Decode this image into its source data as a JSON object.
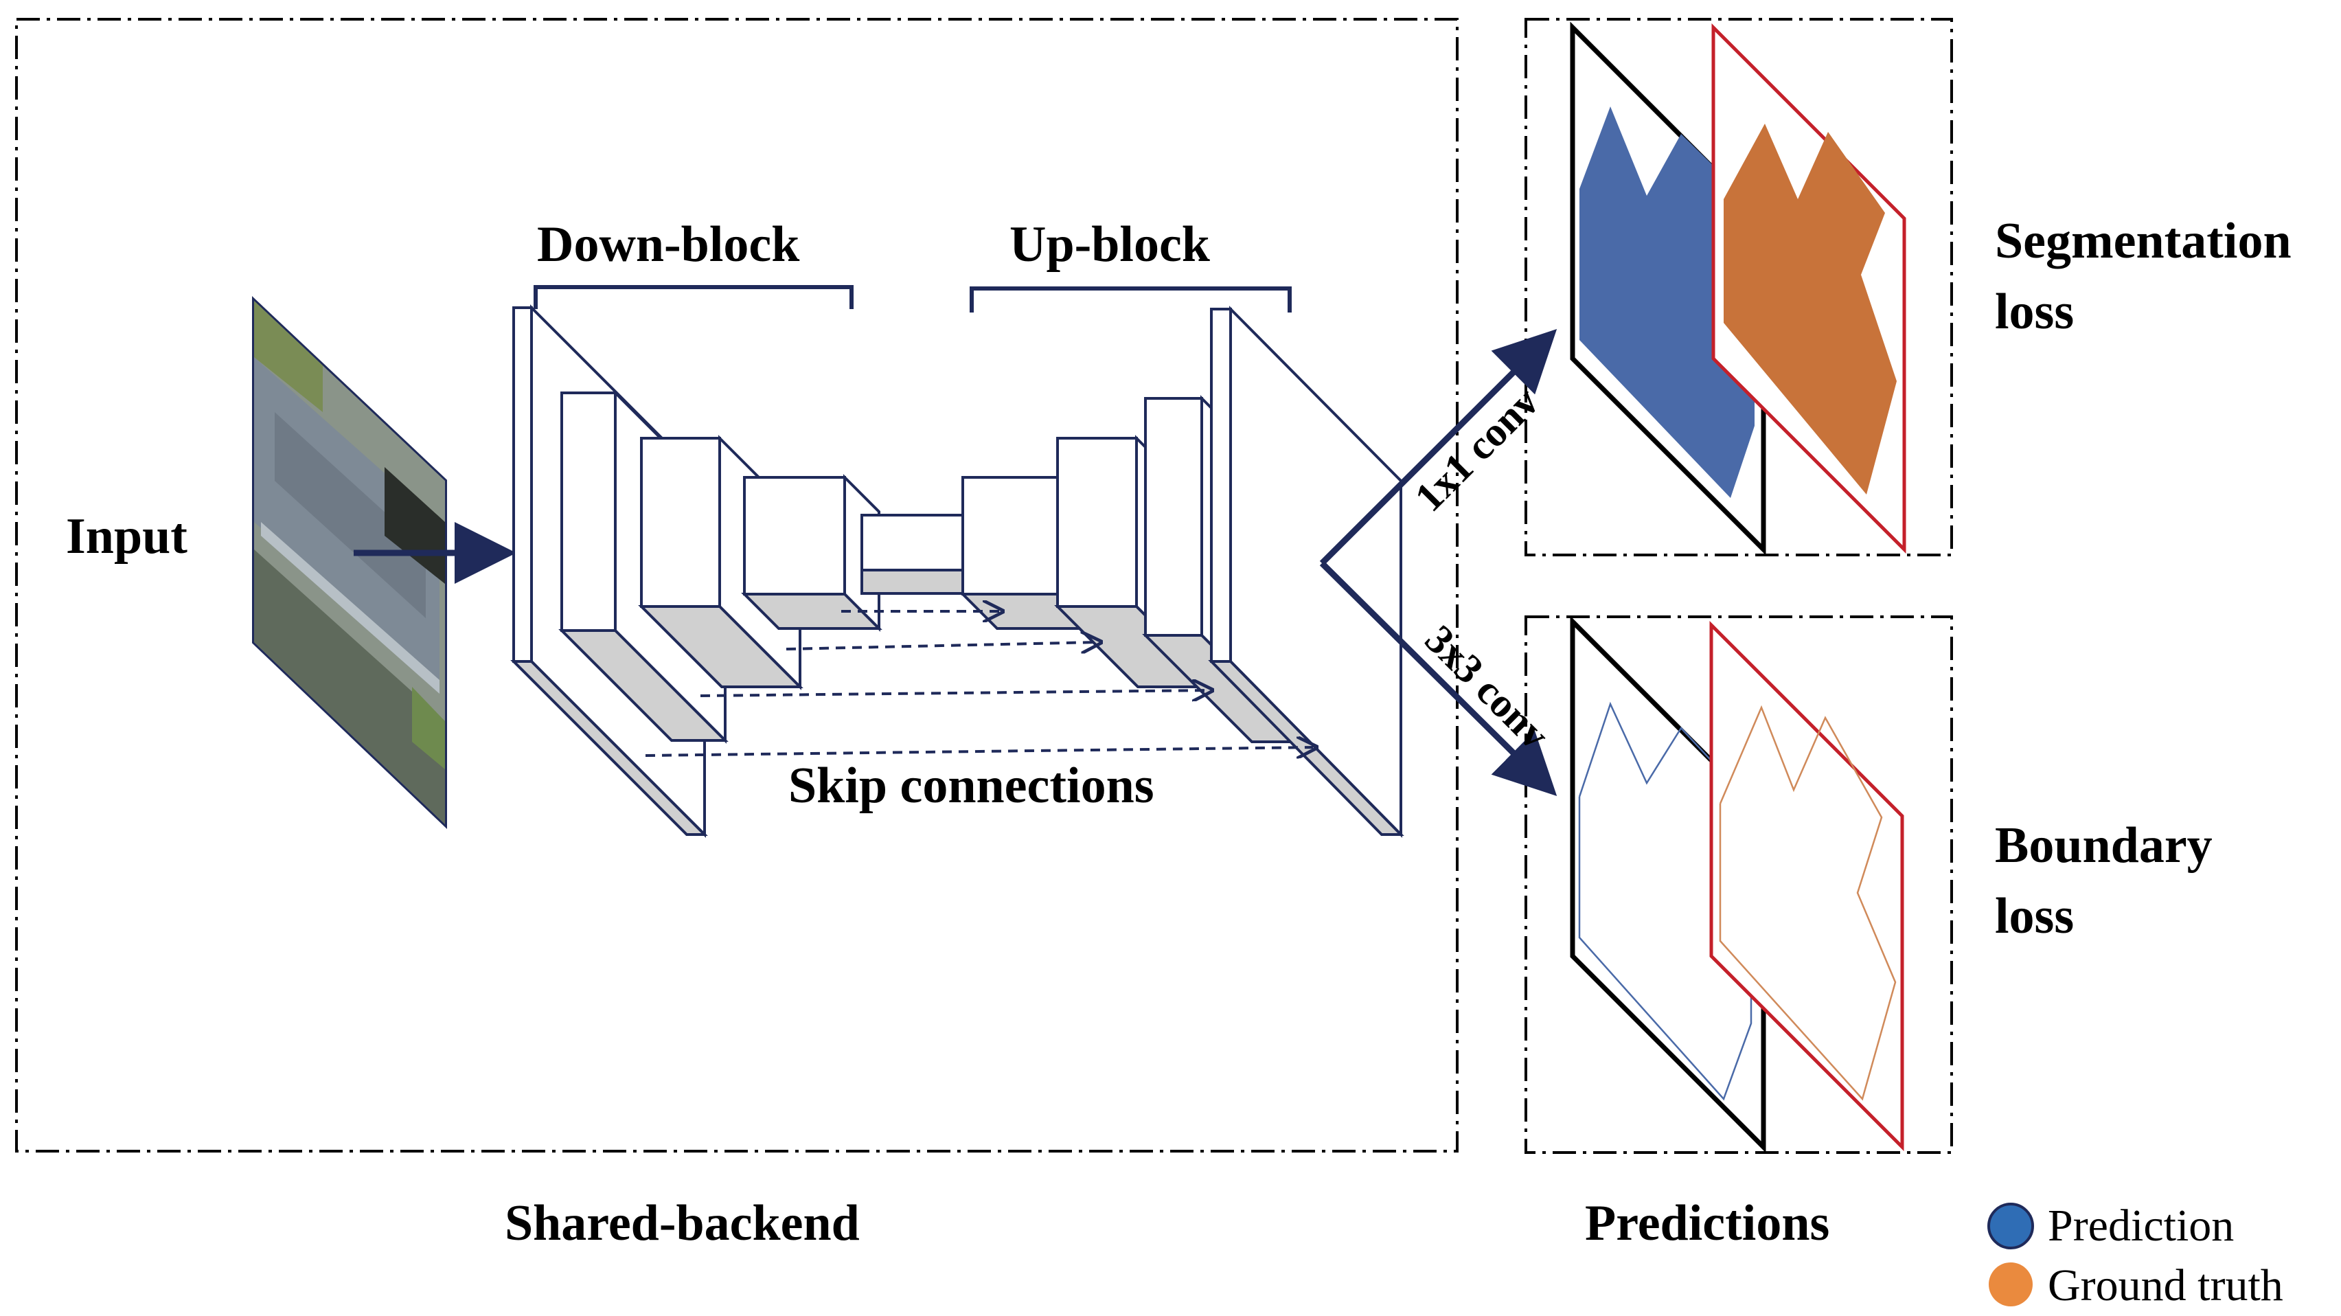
{
  "colors": {
    "accent": "#1f2a5a",
    "prediction": "#4a6aa8",
    "ground_truth": "#c8733a",
    "legend_prediction": "#2f6db5",
    "legend_ground_truth": "#ea8a3e",
    "ground_truth_border": "#c4202a",
    "skip_fill": "#d0d0d0"
  },
  "labels": {
    "input": "Input",
    "down_block": "Down-block",
    "up_block": "Up-block",
    "skip_connections": "Skip connections",
    "conv_1x1": "1x1 conv",
    "conv_3x3": "3x3 conv",
    "shared_backend": "Shared-backend",
    "predictions": "Predictions",
    "segmentation_loss_line1": "Segmentation",
    "segmentation_loss_line2": "loss",
    "boundary_loss_line1": "Boundary",
    "boundary_loss_line2": "loss"
  },
  "legend": {
    "prediction": "Prediction",
    "ground_truth": "Ground truth"
  },
  "icons": {
    "input_image": "aerial-roof-photo-icon"
  }
}
